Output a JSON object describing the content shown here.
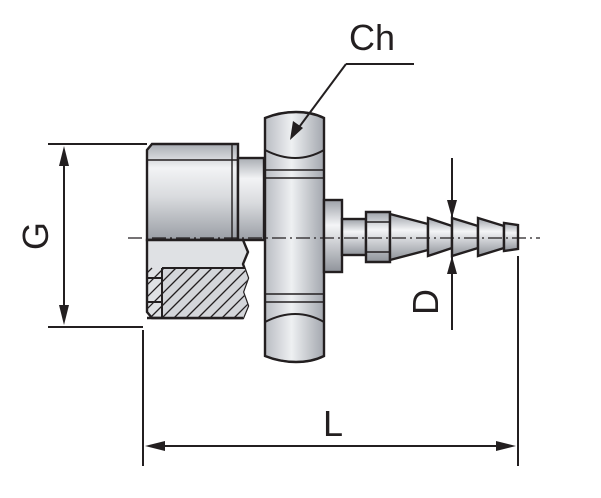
{
  "labels": {
    "ch": "Ch",
    "g": "G",
    "d": "D",
    "l": "L"
  },
  "colors": {
    "line": "#231f20",
    "metal_light": "#e9ebee",
    "metal_mid": "#c5c8cd",
    "metal_dark": "#8e939a",
    "section_fill": "#d4d6da"
  }
}
